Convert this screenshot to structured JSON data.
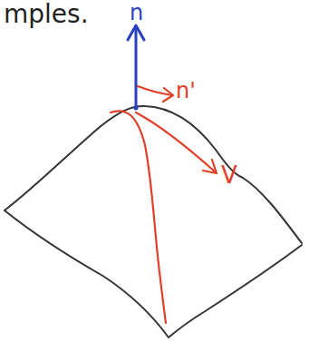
{
  "diagram": {
    "labels": [
      "mples.",
      "n",
      "n'",
      "V"
    ]
  }
}
